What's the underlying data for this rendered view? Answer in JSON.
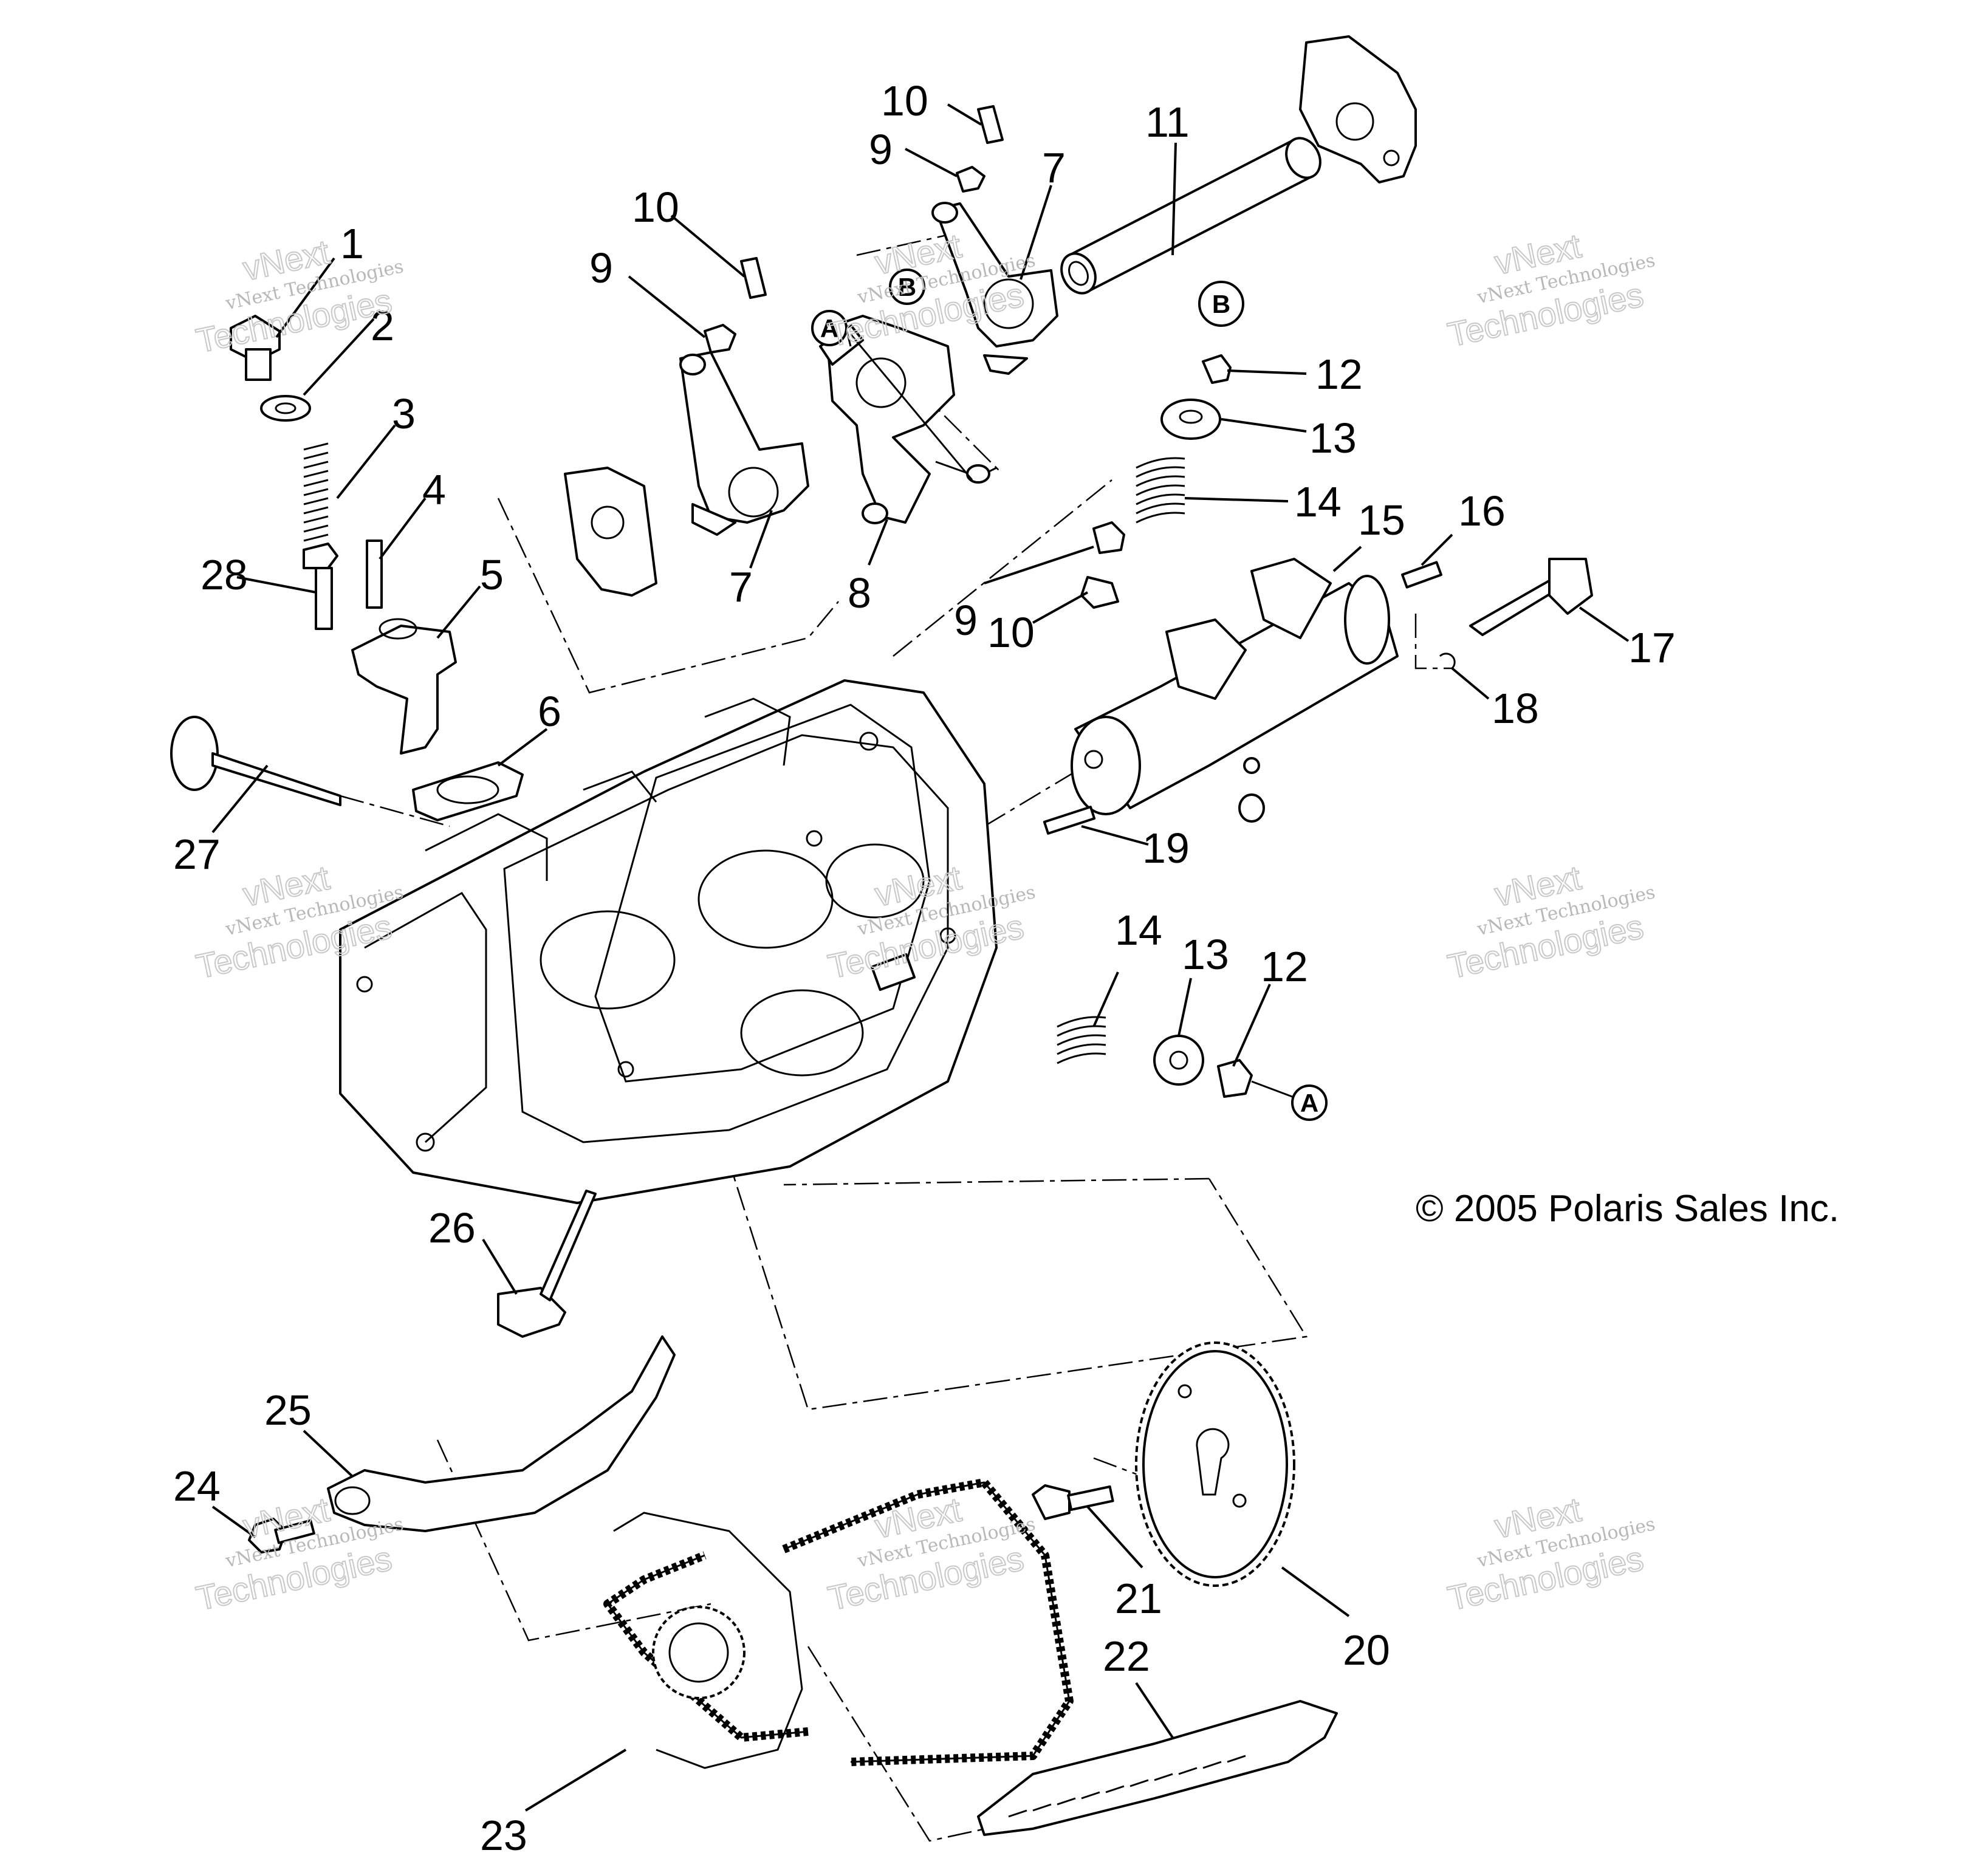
{
  "callouts": [
    {
      "id": "1",
      "text": "1"
    },
    {
      "id": "2",
      "text": "2"
    },
    {
      "id": "3",
      "text": "3"
    },
    {
      "id": "4",
      "text": "4"
    },
    {
      "id": "5",
      "text": "5"
    },
    {
      "id": "6",
      "text": "6"
    },
    {
      "id": "7a",
      "text": "7"
    },
    {
      "id": "7b",
      "text": "7"
    },
    {
      "id": "8",
      "text": "8"
    },
    {
      "id": "9a",
      "text": "9"
    },
    {
      "id": "9b",
      "text": "9"
    },
    {
      "id": "9c",
      "text": "9"
    },
    {
      "id": "10a",
      "text": "10"
    },
    {
      "id": "10b",
      "text": "10"
    },
    {
      "id": "10c",
      "text": "10"
    },
    {
      "id": "11",
      "text": "11"
    },
    {
      "id": "12a",
      "text": "12"
    },
    {
      "id": "12b",
      "text": "12"
    },
    {
      "id": "13a",
      "text": "13"
    },
    {
      "id": "13b",
      "text": "13"
    },
    {
      "id": "14a",
      "text": "14"
    },
    {
      "id": "14b",
      "text": "14"
    },
    {
      "id": "15",
      "text": "15"
    },
    {
      "id": "16",
      "text": "16"
    },
    {
      "id": "17",
      "text": "17"
    },
    {
      "id": "18",
      "text": "18"
    },
    {
      "id": "19",
      "text": "19"
    },
    {
      "id": "20",
      "text": "20"
    },
    {
      "id": "21",
      "text": "21"
    },
    {
      "id": "22",
      "text": "22"
    },
    {
      "id": "23",
      "text": "23"
    },
    {
      "id": "24",
      "text": "24"
    },
    {
      "id": "25",
      "text": "25"
    },
    {
      "id": "26",
      "text": "26"
    },
    {
      "id": "27",
      "text": "27"
    },
    {
      "id": "28",
      "text": "28"
    }
  ],
  "reference_letters": {
    "a1": "A",
    "a2": "A",
    "b1": "B",
    "b2": "B"
  },
  "copyright": "© 2005 Polaris Sales Inc.",
  "watermark": {
    "line1": "vNext",
    "line2": "vNext Technologies",
    "line3": "Technologies"
  }
}
